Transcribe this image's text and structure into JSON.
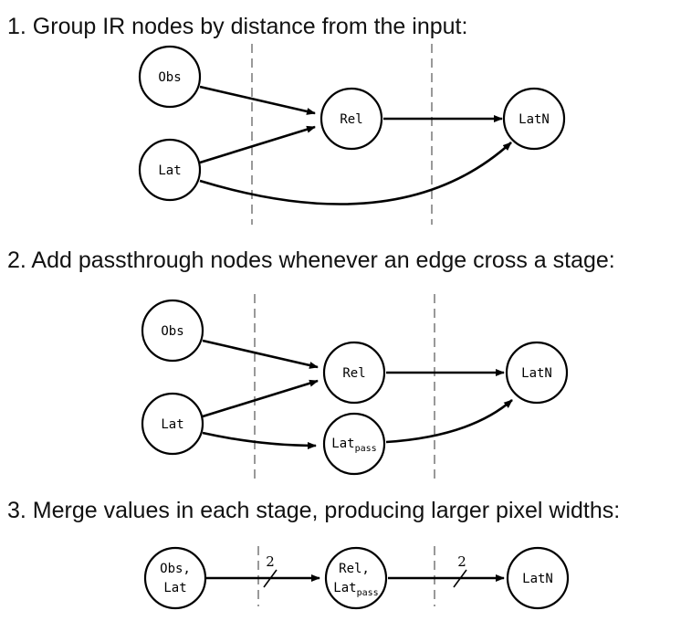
{
  "steps": [
    {
      "heading": "1. Group IR nodes by distance from the input:",
      "nodes": {
        "obs": "Obs",
        "lat": "Lat",
        "rel": "Rel",
        "latn": "LatN"
      }
    },
    {
      "heading": "2. Add passthrough nodes whenever an edge cross a stage:",
      "nodes": {
        "obs": "Obs",
        "lat": "Lat",
        "rel": "Rel",
        "latn": "LatN",
        "latpass_base": "Lat",
        "latpass_sub": "pass"
      }
    },
    {
      "heading": "3. Merge values in each stage, producing larger pixel widths:",
      "nodes": {
        "obslat_line1": "Obs,",
        "obslat_line2": "Lat",
        "rellat_line1": "Rel,",
        "rellat_line2_base": "Lat",
        "rellat_line2_sub": "pass",
        "latn": "LatN"
      },
      "widths": [
        "2",
        "2"
      ]
    }
  ]
}
